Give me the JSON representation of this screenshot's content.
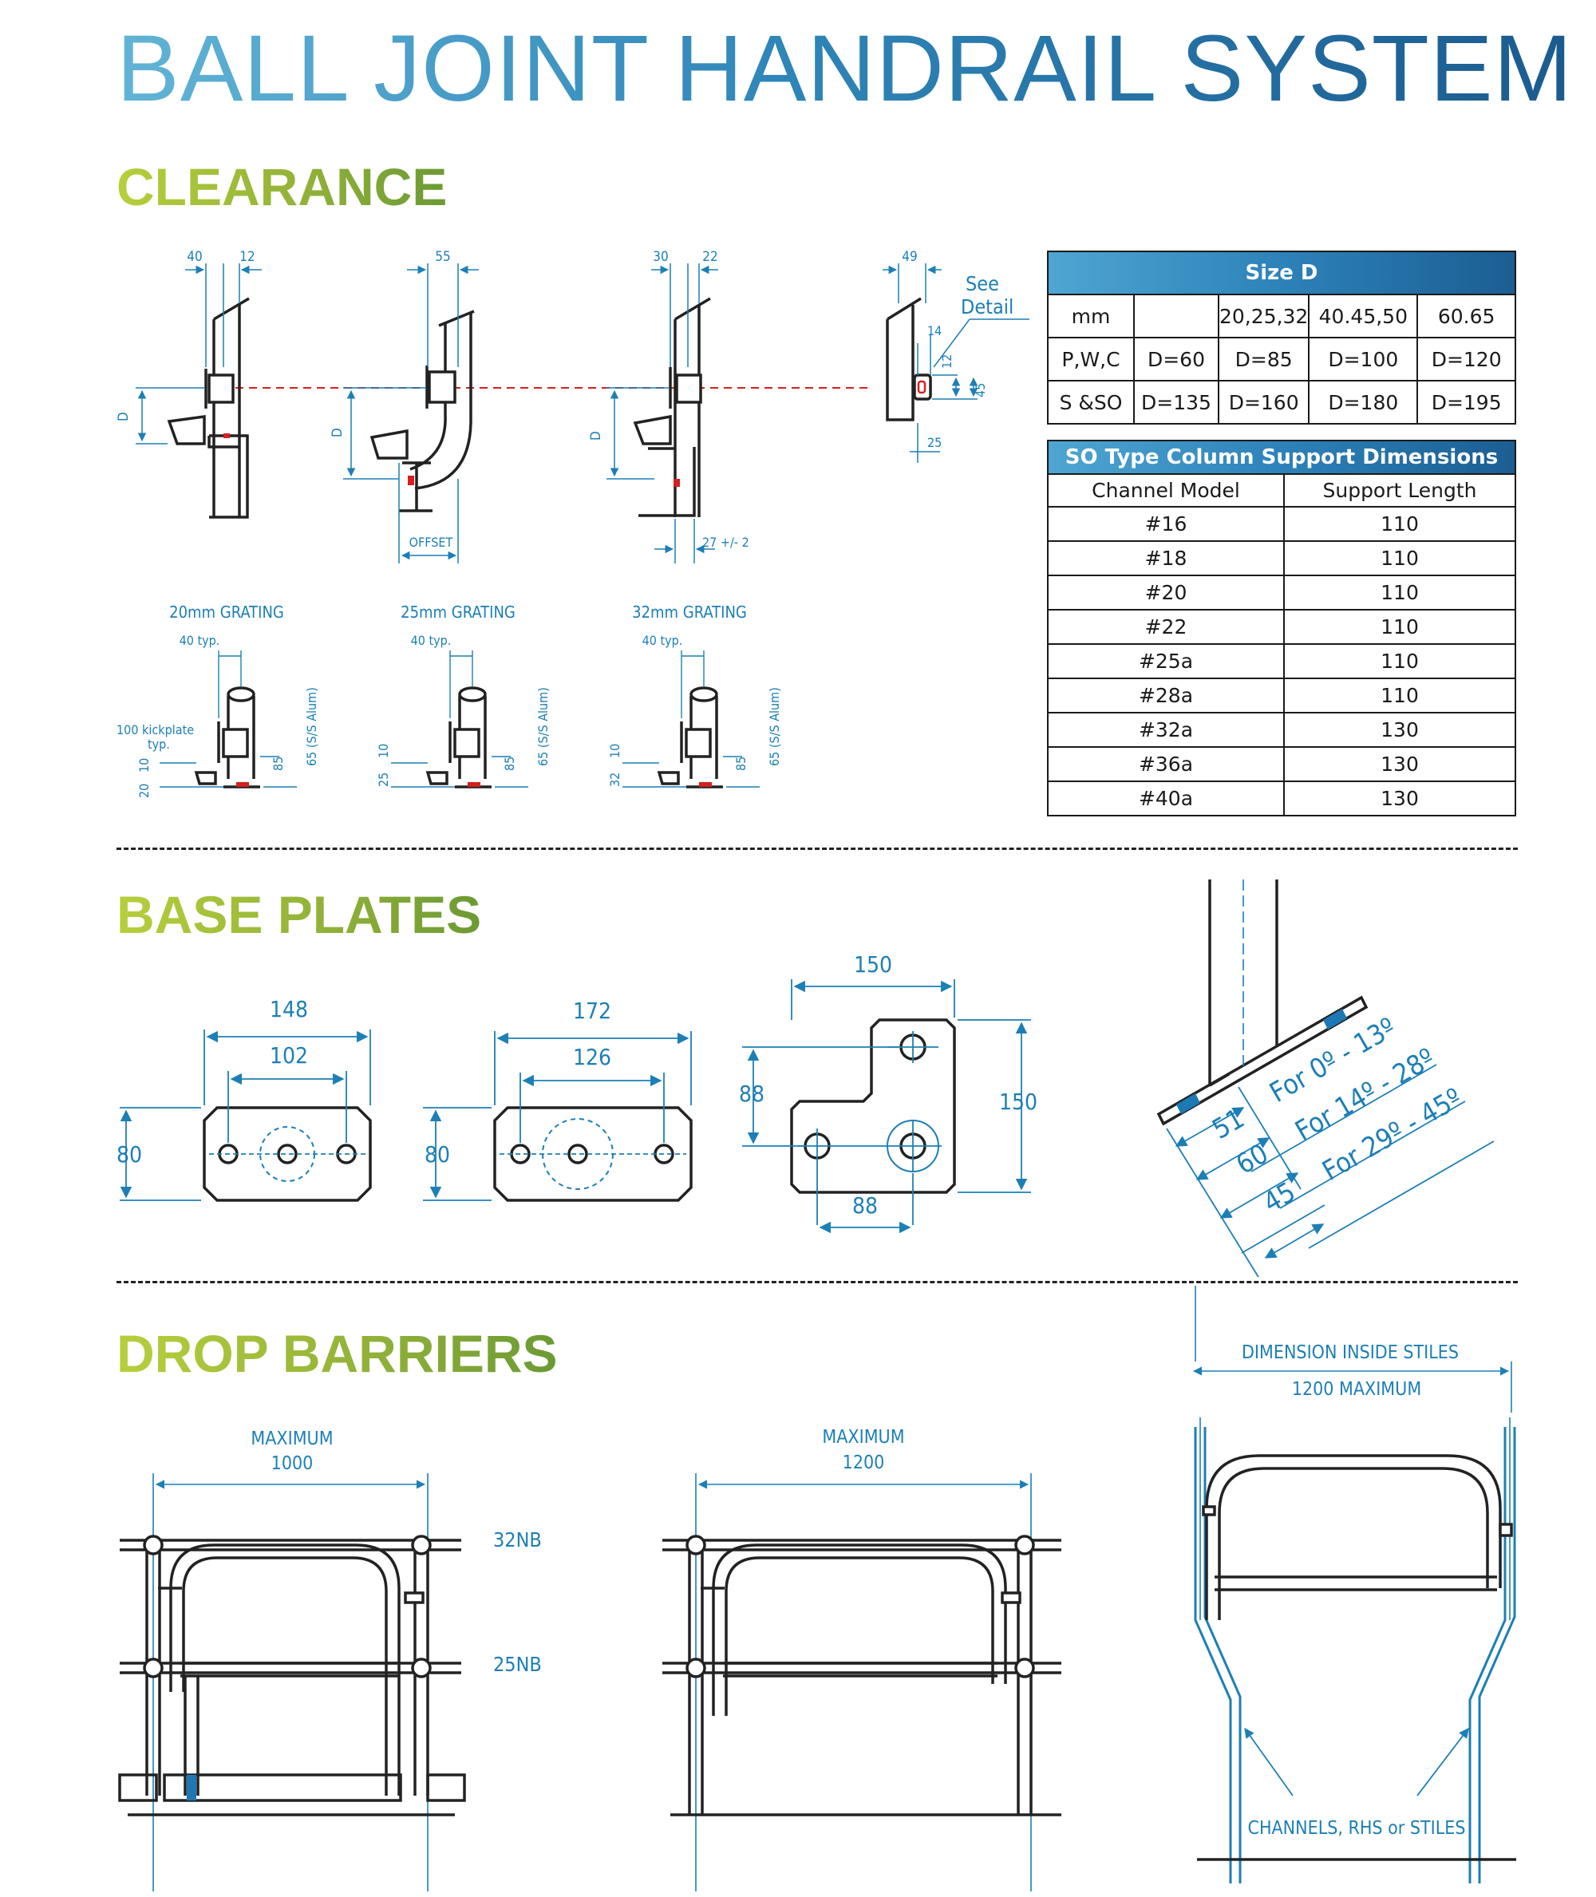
{
  "title": "BALL JOINT HANDRAIL SYSTEM",
  "sections": {
    "clearance": "CLEARANCE",
    "base_plates": "BASE PLATES",
    "drop_barriers": "DROP BARRIERS"
  },
  "clearance": {
    "dims_a": [
      "40",
      "12"
    ],
    "dims_b": [
      "55"
    ],
    "dims_c": [
      "30",
      "22"
    ],
    "dims_d": [
      "49"
    ],
    "d_label": "D",
    "offset_label": "OFFSET",
    "tolerance_label": "27 +/- 2",
    "see_detail": [
      "See",
      "Detail"
    ],
    "detail_dims": [
      "14",
      "12",
      "45",
      "25"
    ],
    "gratings": [
      {
        "title": "20mm GRATING",
        "typ": "40 typ.",
        "kick": "100 kickplate",
        "kick2": "typ.",
        "v1": "20",
        "v2": "10",
        "h85": "85",
        "alum": "65 (S/S Alum)"
      },
      {
        "title": "25mm GRATING",
        "typ": "40 typ.",
        "v1": "25",
        "v2": "10",
        "h85": "85",
        "alum": "65 (S/S Alum)"
      },
      {
        "title": "32mm GRATING",
        "typ": "40 typ.",
        "v1": "32",
        "v2": "10",
        "h85": "85",
        "alum": "65 (S/S Alum)"
      }
    ]
  },
  "size_table": {
    "title": "Size D",
    "rows": [
      [
        "mm",
        "",
        "20,25,32",
        "40.45,50",
        "60.65"
      ],
      [
        "P,W,C",
        "D=60",
        "D=85",
        "D=100",
        "D=120"
      ],
      [
        "S &SO",
        "D=135",
        "D=160",
        "D=180",
        "D=195"
      ]
    ]
  },
  "so_table": {
    "title": "SO Type Column Support Dimensions",
    "headers": [
      "Channel Model",
      "Support Length"
    ],
    "rows": [
      [
        "#16",
        "110"
      ],
      [
        "#18",
        "110"
      ],
      [
        "#20",
        "110"
      ],
      [
        "#22",
        "110"
      ],
      [
        "#25a",
        "110"
      ],
      [
        "#28a",
        "110"
      ],
      [
        "#32a",
        "130"
      ],
      [
        "#36a",
        "130"
      ],
      [
        "#40a",
        "130"
      ]
    ]
  },
  "base_plates": {
    "plate1": {
      "width": "148",
      "holes": "102",
      "height": "80"
    },
    "plate2": {
      "width": "172",
      "holes": "126",
      "height": "80"
    },
    "plate3": {
      "width": "150",
      "height": "150",
      "offset_v": "88",
      "offset_h": "88"
    },
    "angle": {
      "d1": "51",
      "d2": "60",
      "d3": "45",
      "r1": "For 0º - 13º",
      "r2": "For 14º - 28º",
      "r3": "For 29º - 45º"
    }
  },
  "drop_barriers": {
    "b1": {
      "max": "MAXIMUM",
      "val": "1000"
    },
    "b2": {
      "max": "MAXIMUM",
      "val": "1200"
    },
    "pipe_top": "32NB",
    "pipe_mid": "25NB",
    "b3": {
      "dim": "DIMENSION INSIDE STILES",
      "max": "1200 MAXIMUM",
      "channels": "CHANNELS, RHS or STILES"
    }
  },
  "colors": {
    "blue": "#1c7fb6",
    "accent": "#2a7ab8",
    "marker": "#1e78b4",
    "red": "#d42020",
    "green": "#8fb039"
  }
}
